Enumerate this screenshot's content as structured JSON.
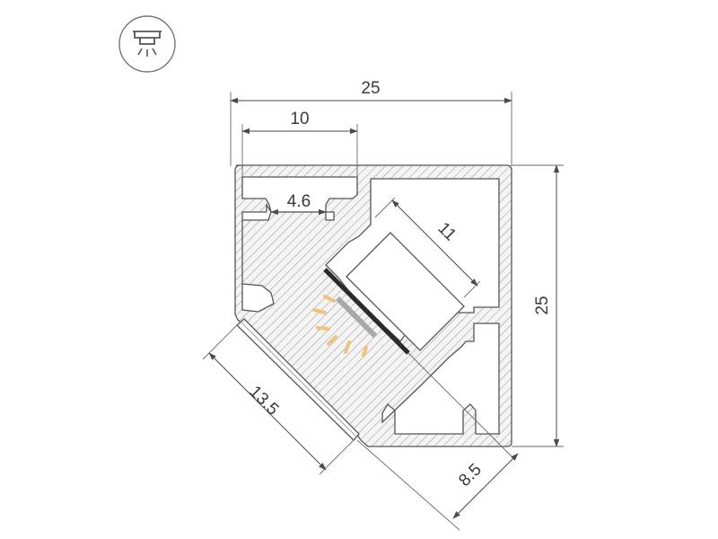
{
  "icon": {
    "name": "downlight-mount-icon"
  },
  "dimensions": {
    "overall_width": "25",
    "top_offset": "10",
    "slot_width": "4.6",
    "pcb_width": "11",
    "overall_height": "25",
    "diffuser_width": "13.5",
    "base_depth": "8.5"
  },
  "colors": {
    "profile_stroke": "#555555",
    "hatch": "#9a9a9a",
    "led_strip": "#2b2b2b",
    "led_glow": "#f1c27d",
    "diffuser": "#ffffff",
    "lens_gray": "#a8a8a8"
  }
}
